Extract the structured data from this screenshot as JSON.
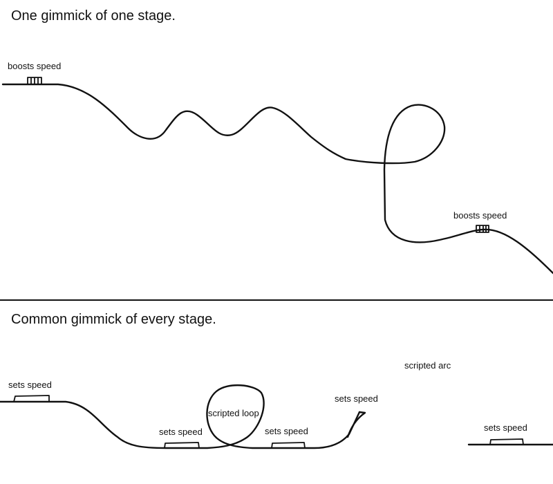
{
  "top": {
    "title": "One gimmick of one stage.",
    "labels": {
      "boost_left": "boosts speed",
      "boost_right": "boosts speed"
    }
  },
  "bottom": {
    "title": "Common gimmick of every stage.",
    "labels": {
      "sets_speed_left": "sets speed",
      "sets_speed_mid": "sets speed",
      "scripted_loop": "scripted loop",
      "sets_speed_after_loop": "sets speed",
      "sets_speed_ramp": "sets speed",
      "scripted_arc": "scripted arc",
      "sets_speed_right": "sets speed"
    }
  }
}
